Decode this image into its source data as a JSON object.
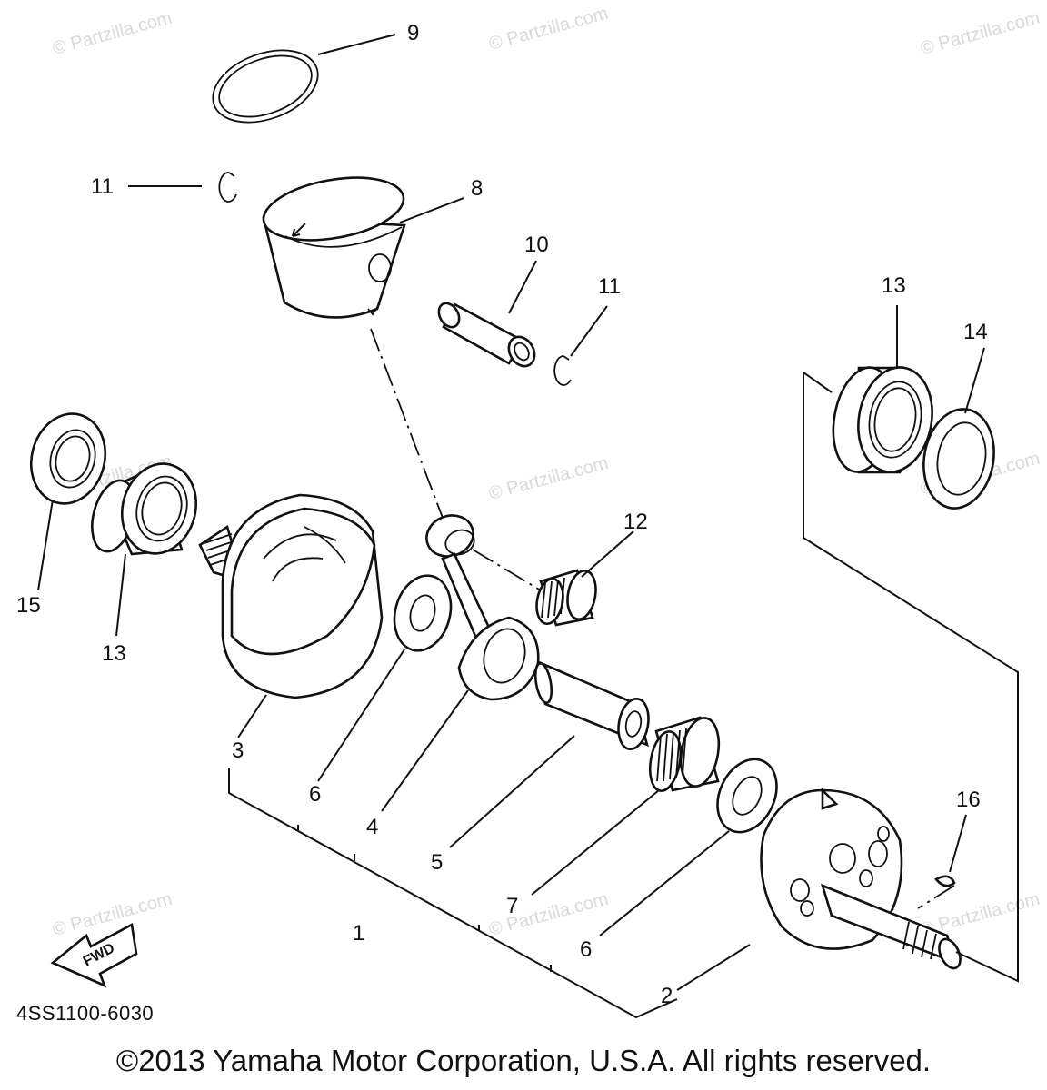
{
  "diagram": {
    "part_code": "4SS1100-6030",
    "copyright": "©2013 Yamaha Motor Corporation, U.S.A. All rights reserved.",
    "fwd_label": "FWD",
    "watermark": "© Partzilla.com",
    "callouts": {
      "c1": "1",
      "c2": "2",
      "c3": "3",
      "c4": "4",
      "c5": "5",
      "c6a": "6",
      "c6b": "6",
      "c7": "7",
      "c8": "8",
      "c9": "9",
      "c10": "10",
      "c11a": "11",
      "c11b": "11",
      "c12": "12",
      "c13a": "13",
      "c13b": "13",
      "c14": "14",
      "c15": "15",
      "c16": "16"
    }
  }
}
